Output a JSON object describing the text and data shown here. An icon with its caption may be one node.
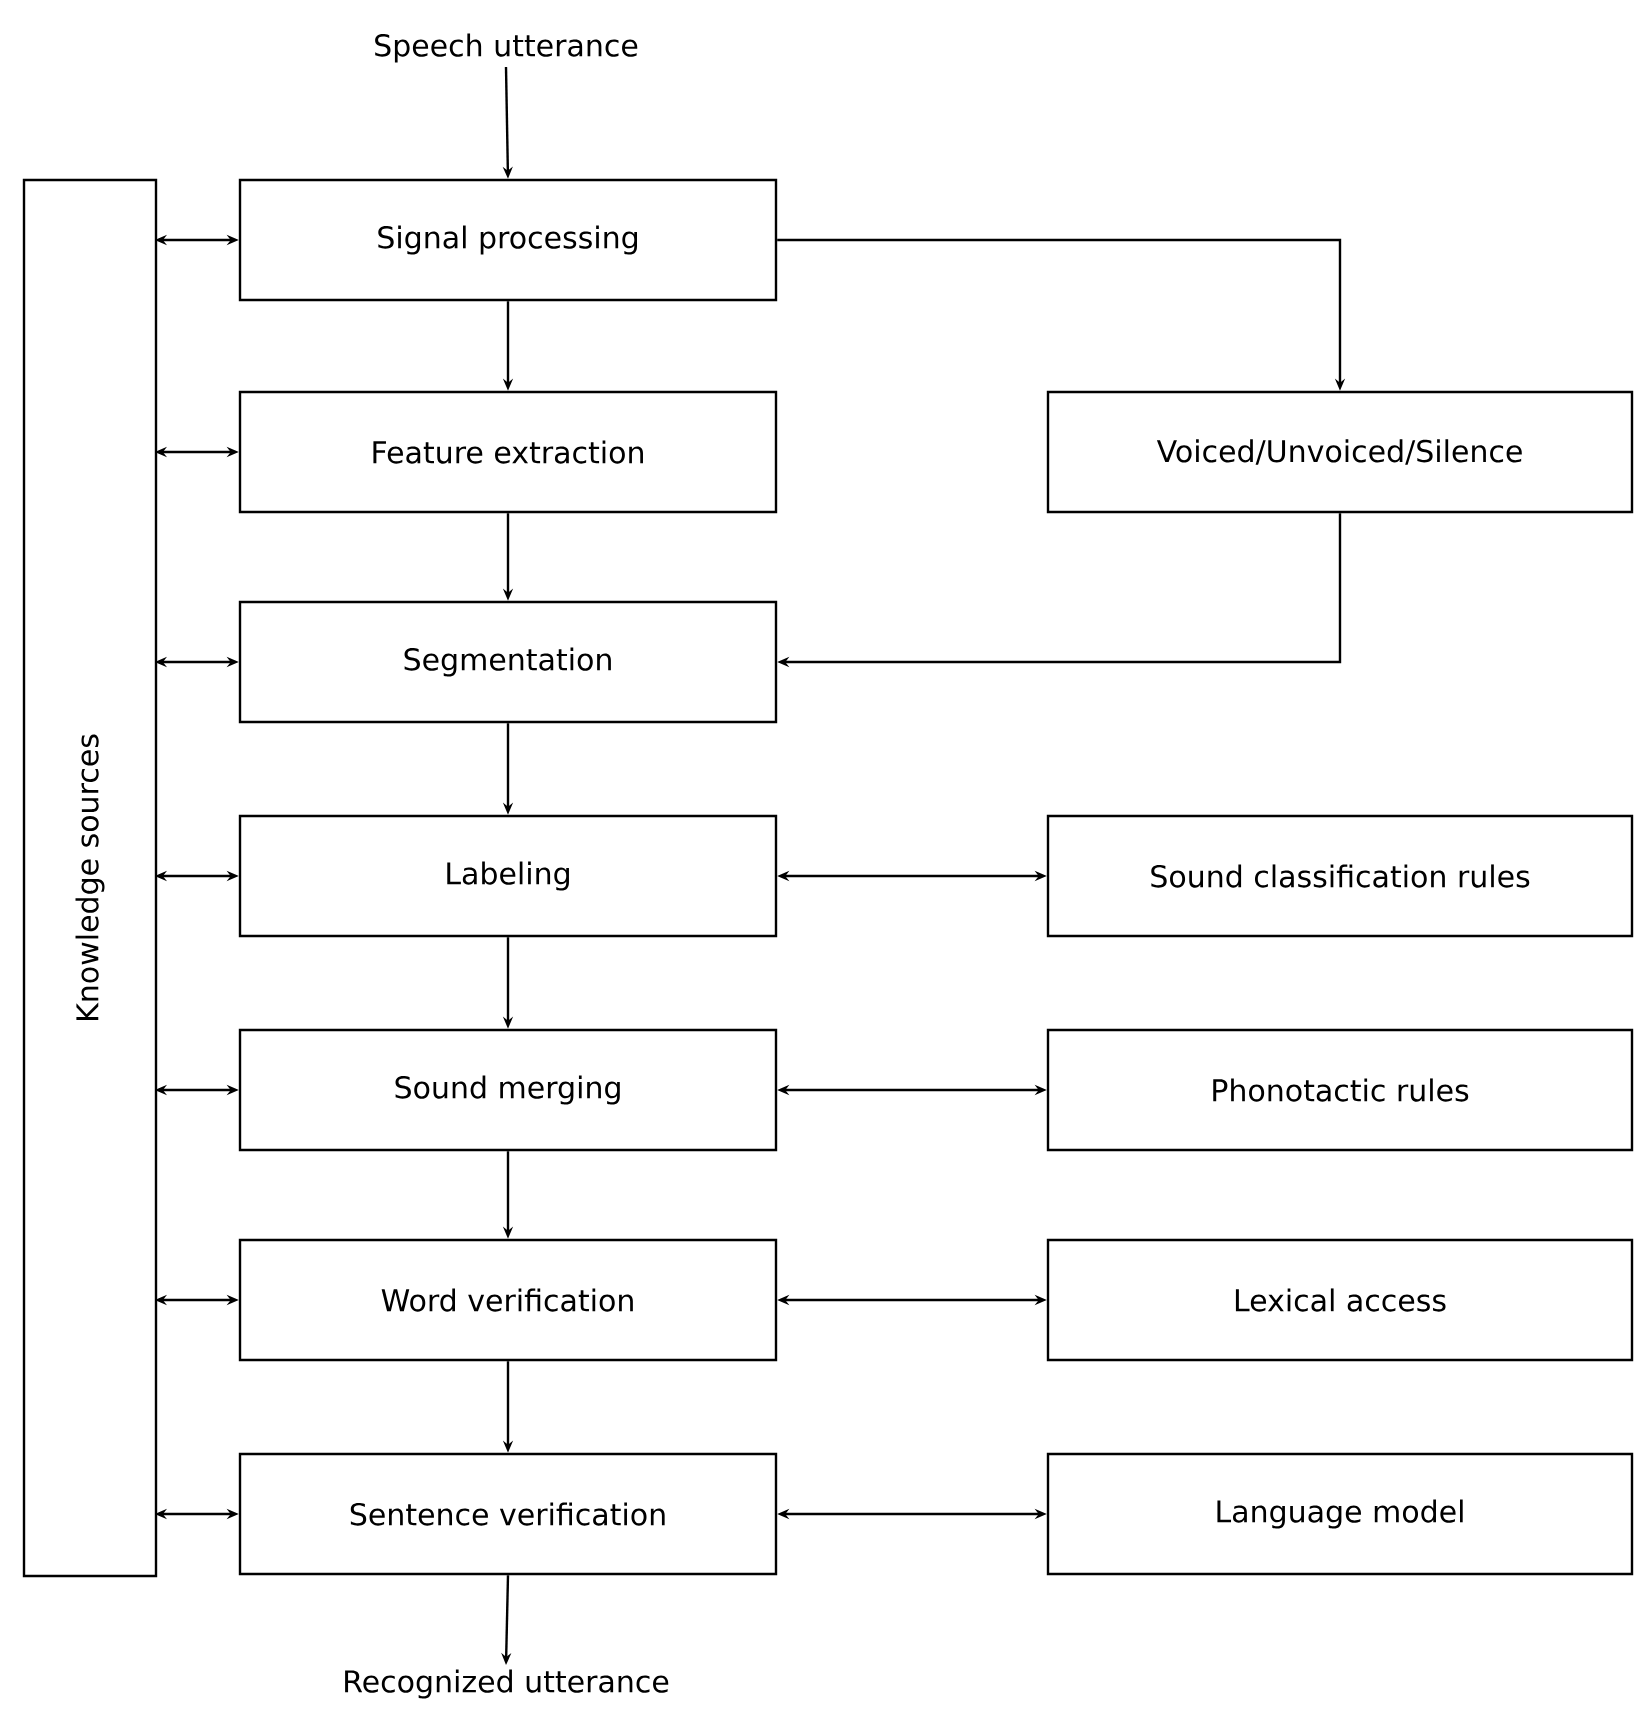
{
  "diagram": {
    "nodes": [
      {
        "text": [
          "Speech utterance"
        ]
      },
      {
        "text": [
          "Knowledge sources"
        ]
      },
      {
        "text": [
          "Signal processing"
        ]
      },
      {
        "text": [
          "Feature extraction"
        ]
      },
      {
        "text": [
          "Segmentation"
        ]
      },
      {
        "text": [
          "Labeling"
        ]
      },
      {
        "text": [
          "Sound merging"
        ]
      },
      {
        "text": [
          "Word verification"
        ]
      },
      {
        "text": [
          "Sentence verification"
        ]
      },
      {
        "text": [
          "Recognized utterance"
        ]
      },
      {
        "text": [
          "Voiced/Unvoiced/Silence"
        ]
      },
      {
        "text": [
          "Sound classification rules"
        ]
      },
      {
        "text": [
          "Phonotactic rules"
        ]
      },
      {
        "text": [
          "Lexical access"
        ]
      },
      {
        "text": [
          "Language model"
        ]
      }
    ],
    "edges": [
      {
        "from": 0,
        "to": 2,
        "arrow": "to"
      },
      {
        "from": 2,
        "to": 3,
        "arrow": "to"
      },
      {
        "from": 3,
        "to": 4,
        "arrow": "to"
      },
      {
        "from": 4,
        "to": 5,
        "arrow": "to"
      },
      {
        "from": 5,
        "to": 6,
        "arrow": "to"
      },
      {
        "from": 6,
        "to": 7,
        "arrow": "to"
      },
      {
        "from": 7,
        "to": 8,
        "arrow": "to"
      },
      {
        "from": 8,
        "to": 9,
        "arrow": "to"
      },
      {
        "from": 1,
        "to": 2,
        "arrow": "both"
      },
      {
        "from": 1,
        "to": 3,
        "arrow": "both"
      },
      {
        "from": 1,
        "to": 4,
        "arrow": "both"
      },
      {
        "from": 1,
        "to": 5,
        "arrow": "both"
      },
      {
        "from": 1,
        "to": 6,
        "arrow": "both"
      },
      {
        "from": 1,
        "to": 7,
        "arrow": "both"
      },
      {
        "from": 1,
        "to": 8,
        "arrow": "both"
      },
      {
        "from": 2,
        "to": 10,
        "arrow": "to"
      },
      {
        "from": 10,
        "to": 4,
        "arrow": "to"
      },
      {
        "from": 5,
        "to": 11,
        "arrow": "both"
      },
      {
        "from": 6,
        "to": 12,
        "arrow": "both"
      },
      {
        "from": 7,
        "to": 13,
        "arrow": "both"
      },
      {
        "from": 8,
        "to": 14,
        "arrow": "both"
      }
    ]
  }
}
